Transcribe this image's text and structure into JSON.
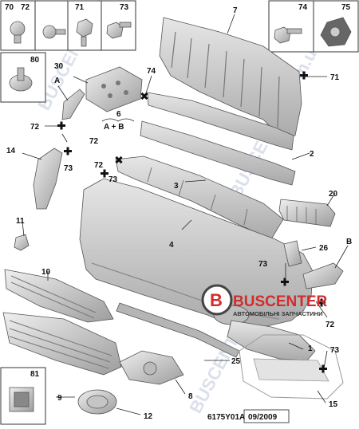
{
  "diagram": {
    "part_numbers": [
      "70",
      "72",
      "71",
      "73",
      "74",
      "75",
      "80",
      "30",
      "A",
      "6",
      "A + B",
      "72",
      "74",
      "7",
      "71",
      "72",
      "14",
      "73",
      "72",
      "73",
      "2",
      "3",
      "20",
      "11",
      "4",
      "26",
      "B",
      "73",
      "10",
      "72",
      "1",
      "73",
      "25",
      "81",
      "8",
      "9",
      "12",
      "15"
    ],
    "reference_code": "6175Y01A",
    "date": "09/2009",
    "brand_name": "BUSCENTER",
    "brand_subtitle": "АВТОМОБІЛЬНІ ЗАПЧАСТИНИ",
    "brand_logo_letter": "B",
    "watermark": "BUSCENTER.com.ua"
  },
  "colors": {
    "part_fill": "#d9d9d9",
    "part_dark": "#9b9b9b",
    "brand_red": "#d42b2b",
    "brand_dark": "#444444"
  }
}
